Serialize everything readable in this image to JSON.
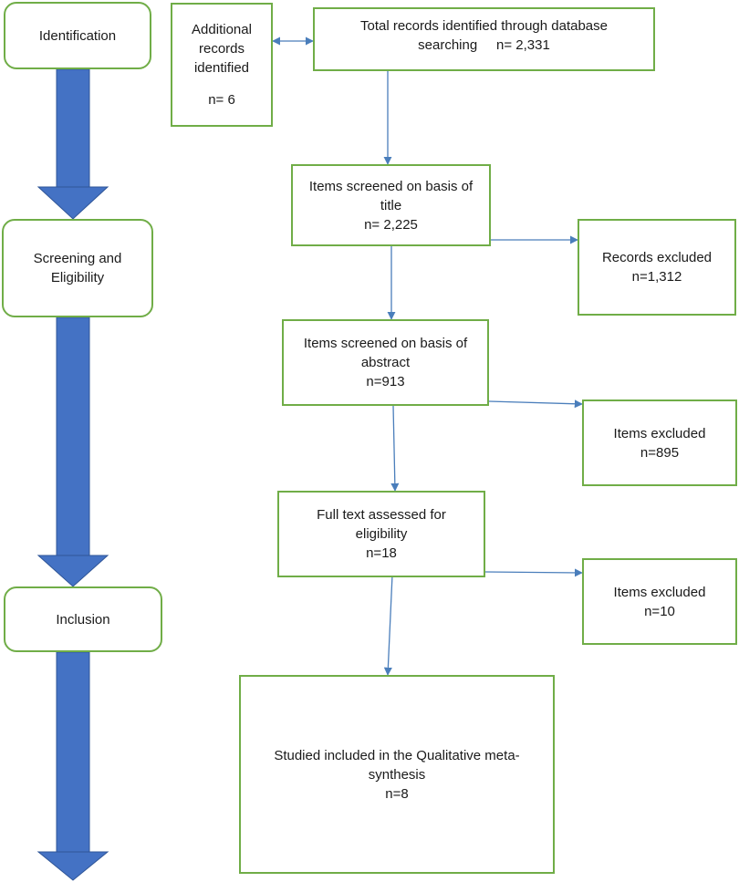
{
  "stages": {
    "identification": "Identification",
    "screening": [
      "Screening and",
      "Eligibility"
    ],
    "inclusion": "Inclusion"
  },
  "boxes": {
    "additional": {
      "lines": [
        "Additional",
        "records",
        "identified"
      ],
      "n": "n= 6"
    },
    "database": {
      "lines": [
        "Total records identified through database",
        "searching     n= 2,331"
      ]
    },
    "title": {
      "lines": [
        "Items screened on basis of",
        "title",
        "n= 2,225"
      ]
    },
    "records_excluded": {
      "lines": [
        "Records excluded",
        "n=1,312"
      ]
    },
    "abstract": {
      "lines": [
        "Items screened on basis of",
        "abstract",
        "n=913"
      ]
    },
    "items_excluded_1": {
      "lines": [
        "Items excluded",
        "n=895"
      ]
    },
    "fulltext": {
      "lines": [
        "Full text assessed for",
        "eligibility",
        "n=18"
      ]
    },
    "items_excluded_2": {
      "lines": [
        "Items excluded",
        "n=10"
      ]
    },
    "included": {
      "lines": [
        "Studied included in the Qualitative meta-",
        "synthesis",
        "n=8"
      ]
    }
  },
  "colors": {
    "box_border": "#70ad47",
    "arrow_blue": "#4472c4",
    "connector": "#4a7ebb"
  }
}
